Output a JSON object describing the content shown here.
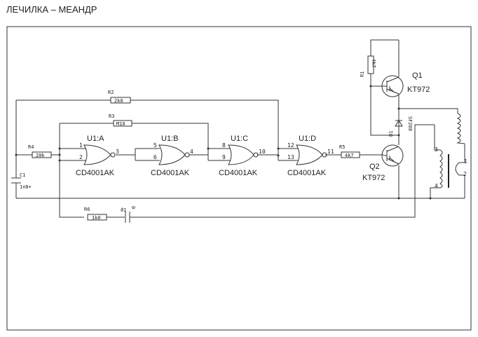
{
  "title": "ЛЕЧИЛКА – МЕАНДР",
  "components": {
    "R1": {
      "ref": "R1",
      "value": "4k7"
    },
    "R2": {
      "ref": "R2",
      "value": "2k0"
    },
    "R3": {
      "ref": "R3",
      "value": "M10"
    },
    "R4": {
      "ref": "R4",
      "value": "20k"
    },
    "R5": {
      "ref": "R5",
      "value": "4k7"
    },
    "R6": {
      "ref": "R6",
      "value": "1k0"
    },
    "C1": {
      "ref": "C1",
      "value": "1n0+"
    },
    "C2": {
      "ref": "0",
      "value": "ϑ1"
    },
    "D1": {
      "ref": "D1",
      "value": "SF208"
    },
    "Q1": {
      "ref": "Q1",
      "value": "KT972"
    },
    "Q2": {
      "ref": "Q2",
      "value": "KT972"
    },
    "U1A": {
      "ref": "U1:A",
      "value": "CD4001AK",
      "pins": [
        "1",
        "2",
        "3"
      ]
    },
    "U1B": {
      "ref": "U1:B",
      "value": "CD4001AK",
      "pins": [
        "5",
        "6",
        "4"
      ]
    },
    "U1C": {
      "ref": "U1:C",
      "value": "CD4001AK",
      "pins": [
        "8",
        "9",
        "10"
      ]
    },
    "U1D": {
      "ref": "U1:D",
      "value": "CD4001AK",
      "pins": [
        "12",
        "13",
        "11"
      ]
    },
    "T1": {
      "pins": [
        "3",
        "4",
        "1",
        "2"
      ]
    }
  }
}
